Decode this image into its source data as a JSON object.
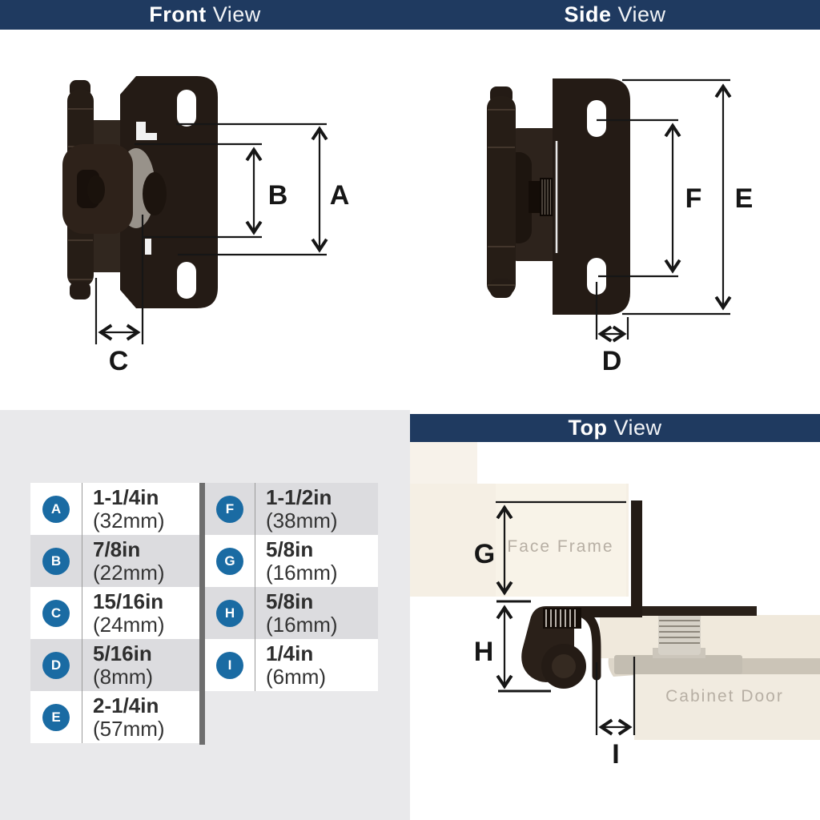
{
  "panels": {
    "front": {
      "title_bold": "Front",
      "title_rest": "View"
    },
    "side": {
      "title_bold": "Side",
      "title_rest": "View"
    },
    "top": {
      "title_bold": "Top",
      "title_rest": "View"
    }
  },
  "dimension_table": {
    "left_rows": [
      {
        "letter": "A",
        "imperial": "1-1/4in",
        "metric": "(32mm)"
      },
      {
        "letter": "B",
        "imperial": "7/8in",
        "metric": "(22mm)"
      },
      {
        "letter": "C",
        "imperial": "15/16in",
        "metric": "(24mm)"
      },
      {
        "letter": "D",
        "imperial": "5/16in",
        "metric": "(8mm)"
      },
      {
        "letter": "E",
        "imperial": "2-1/4in",
        "metric": "(57mm)"
      }
    ],
    "right_rows": [
      {
        "letter": "F",
        "imperial": "1-1/2in",
        "metric": "(38mm)"
      },
      {
        "letter": "G",
        "imperial": "5/8in",
        "metric": "(16mm)"
      },
      {
        "letter": "H",
        "imperial": "5/8in",
        "metric": "(16mm)"
      },
      {
        "letter": "I",
        "imperial": "1/4in",
        "metric": "(6mm)"
      }
    ]
  },
  "diagram_labels": {
    "a": "A",
    "b": "B",
    "c": "C",
    "d": "D",
    "e": "E",
    "f": "F",
    "g": "G",
    "h": "H",
    "i": "I"
  },
  "top_view": {
    "face_frame": "Face Frame",
    "cabinet_door": "Cabinet Door"
  },
  "colors": {
    "header_navy": "#1f3a60",
    "badge_blue": "#1a6ba3",
    "table_alt_row": "#dcdcdf",
    "table_quadrant_bg": "#e9e9eb",
    "table_divider": "#6e6e6e",
    "hinge_bronze_dark": "#241b15",
    "hinge_bronze_mid": "#31271f",
    "metal_silver": "#98928a",
    "wood_cream": "#f5efe4",
    "door_face": "#f1ebe0",
    "metal_plate": "#c3bdb1",
    "dimension_line": "#161616"
  }
}
